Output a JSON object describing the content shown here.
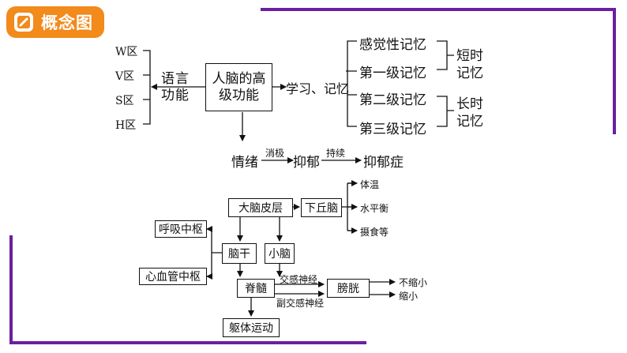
{
  "header": {
    "title": "概念图"
  },
  "diagram1": {
    "center_box": "人脑的高级功能",
    "language_areas": [
      "W区",
      "V区",
      "S区",
      "H区"
    ],
    "language_function": "语言功能",
    "learning_memory": "学习、记忆",
    "memory_stages": [
      "感觉性记忆",
      "第一级记忆",
      "第二级记忆",
      "第三级记忆"
    ],
    "short_term": "短时记忆",
    "long_term": "长时记忆",
    "emotion": "情绪",
    "negative": "消极",
    "depressed": "抑郁",
    "persistent": "持续",
    "depression": "抑郁症"
  },
  "diagram2": {
    "cortex": "大脑皮层",
    "hypothalamus": "下丘脑",
    "hypothalamus_functions": [
      "体温",
      "水平衡",
      "摄食等"
    ],
    "respiratory_center": "呼吸中枢",
    "cardio_center": "心血管中枢",
    "brainstem": "脑干",
    "cerebellum": "小脑",
    "spinal_cord": "脊髓",
    "sympathetic": "交感神经",
    "parasympathetic": "副交感神经",
    "bladder": "膀胱",
    "not_shrink": "不缩小",
    "shrink": "缩小",
    "body_movement": "躯体运动"
  },
  "colors": {
    "accent_orange": "#f28a1c",
    "frame_purple": "#6a1fa0"
  }
}
